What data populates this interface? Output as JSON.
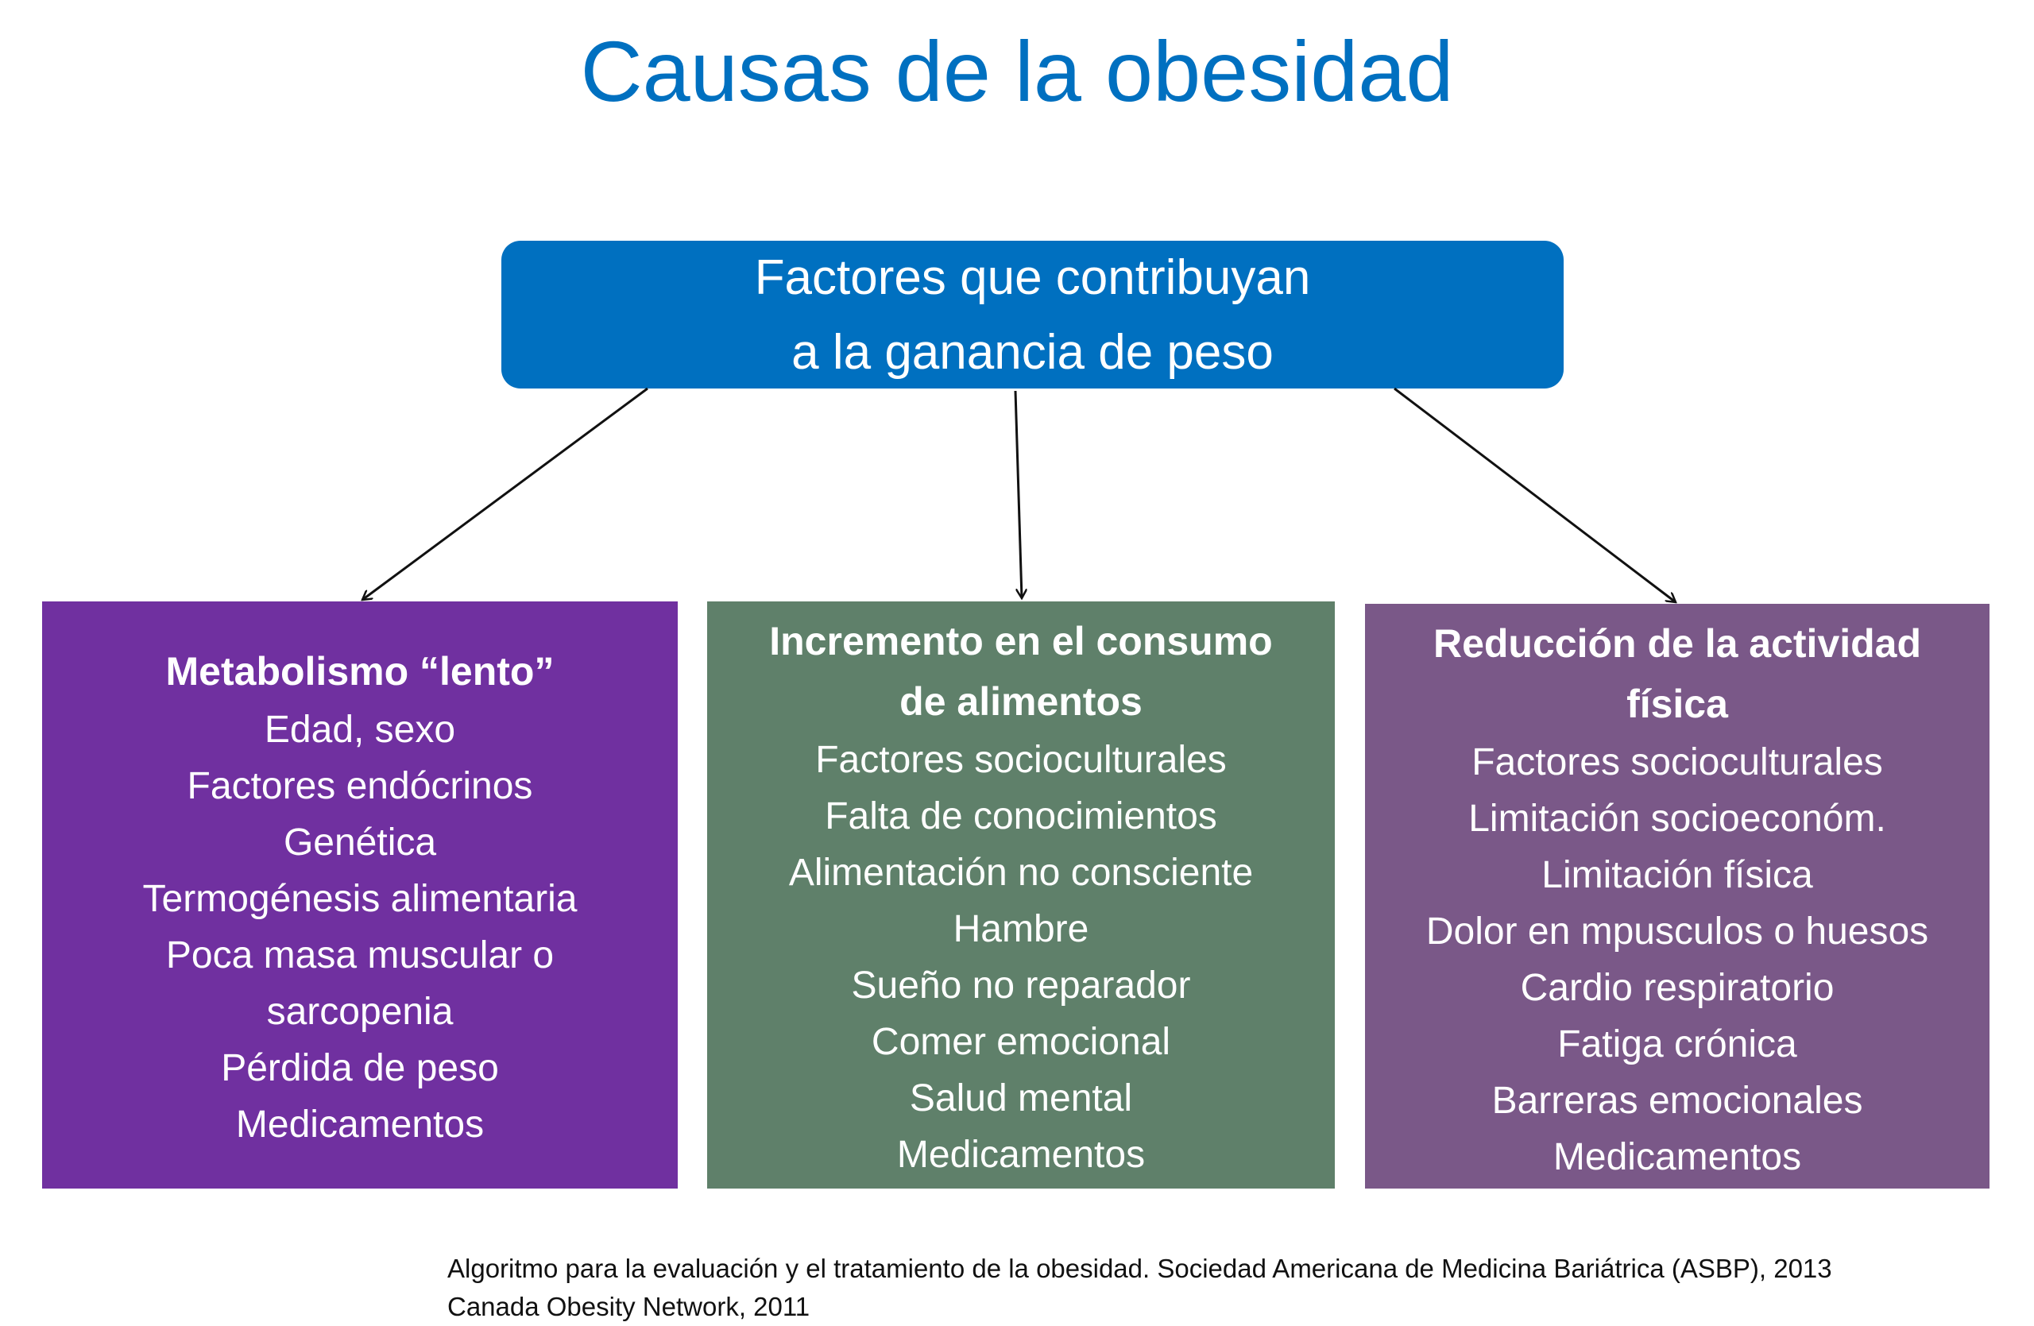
{
  "title": "Causas de la obesidad",
  "top_box": {
    "lines": [
      "Factores que contribuyan",
      "a la ganancia de peso"
    ]
  },
  "boxes": [
    {
      "heading": [
        "Metabolismo “lento”"
      ],
      "items": [
        "Edad, sexo",
        "Factores endócrinos",
        "Genética",
        "Termogénesis alimentaria",
        "Poca masa muscular o",
        "sarcopenia",
        "Pérdida de peso",
        "Medicamentos"
      ]
    },
    {
      "heading": [
        "Incremento en el consumo",
        "de alimentos"
      ],
      "items": [
        "Factores socioculturales",
        "Falta de conocimientos",
        "Alimentación no consciente",
        "Hambre",
        "Sueño no reparador",
        "Comer emocional",
        "Salud mental",
        "Medicamentos"
      ]
    },
    {
      "heading": [
        "Reducción de la actividad",
        "física"
      ],
      "items": [
        "Factores socioculturales",
        "Limitación socioeconóm.",
        "Limitación física",
        "Dolor en mpusculos o huesos",
        "Cardio respiratorio",
        "Fatiga crónica",
        "Barreras emocionales",
        "Medicamentos"
      ]
    }
  ],
  "citations": [
    "Algoritmo para la evaluación y el tratamiento de la obesidad. Sociedad Americana de Medicina Bariátrica (ASBP), 2013",
    "Canada Obesity Network, 2011"
  ],
  "colors": {
    "blue": "#0070C0",
    "purple": "#7030A0",
    "green": "#5F806A",
    "mauve": "#7A5888"
  }
}
